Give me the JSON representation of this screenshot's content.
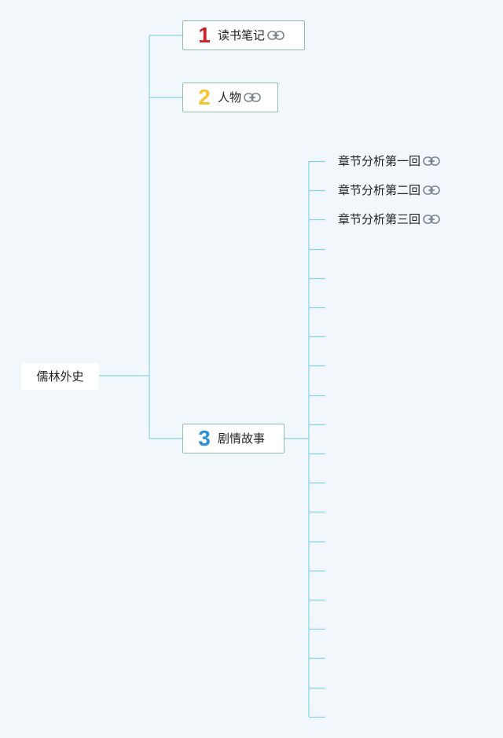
{
  "mindmap": {
    "root": {
      "label": "儒林外史"
    },
    "branches": [
      {
        "number": "1",
        "number_color": "#d0202e",
        "label": "读书笔记",
        "has_link": true
      },
      {
        "number": "2",
        "number_color": "#f4c531",
        "label": "人物",
        "has_link": true
      },
      {
        "number": "3",
        "number_color": "#2a8fd6",
        "label": "剧情故事",
        "has_link": false
      }
    ],
    "subtopics": [
      {
        "label": "章节分析第一回",
        "has_link": true
      },
      {
        "label": "章节分析第二回",
        "has_link": true
      },
      {
        "label": "章节分析第三回",
        "has_link": true
      }
    ],
    "empty_subtopic_count": 17,
    "connector_color": "#88d2e6",
    "icons": {
      "link": "link-icon"
    }
  }
}
